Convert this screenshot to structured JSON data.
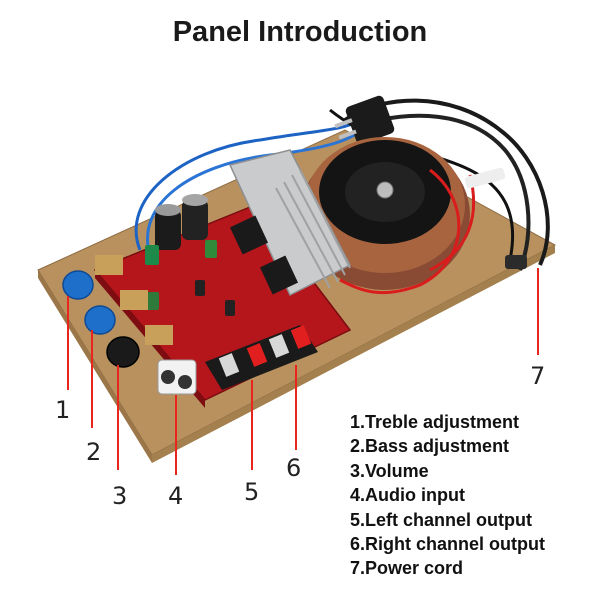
{
  "title": "Panel Introduction",
  "callout_numbers": [
    "1",
    "2",
    "3",
    "4",
    "5",
    "6",
    "7"
  ],
  "legend": [
    "1.Treble adjustment",
    "2.Bass adjustment",
    "3.Volume",
    "4.Audio input",
    "5.Left channel output",
    "6.Right channel output",
    "7.Power cord"
  ],
  "colors": {
    "leader_line": "#e8261d",
    "board": "#b8915f",
    "pcb": "#b5161c",
    "heatsink": "#c9cbcd",
    "transformer": "#8a4b35",
    "knob": "#1e6fc9"
  }
}
